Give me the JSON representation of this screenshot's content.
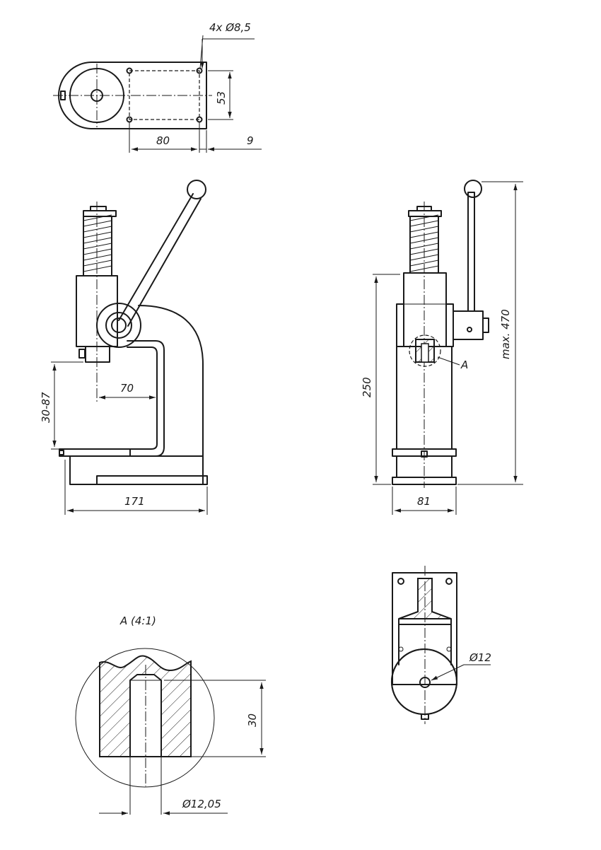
{
  "labels": {
    "holes": "4x Ø8,5",
    "d53": "53",
    "d80": "80",
    "d9": "9",
    "d70": "70",
    "stroke": "30-87",
    "d171": "171",
    "d250": "250",
    "d81": "81",
    "max470": "max. 470",
    "detail_ref": "A",
    "detail_title": "A (4:1)",
    "d30": "30",
    "bore": "Ø12,05",
    "d12": "Ø12"
  }
}
